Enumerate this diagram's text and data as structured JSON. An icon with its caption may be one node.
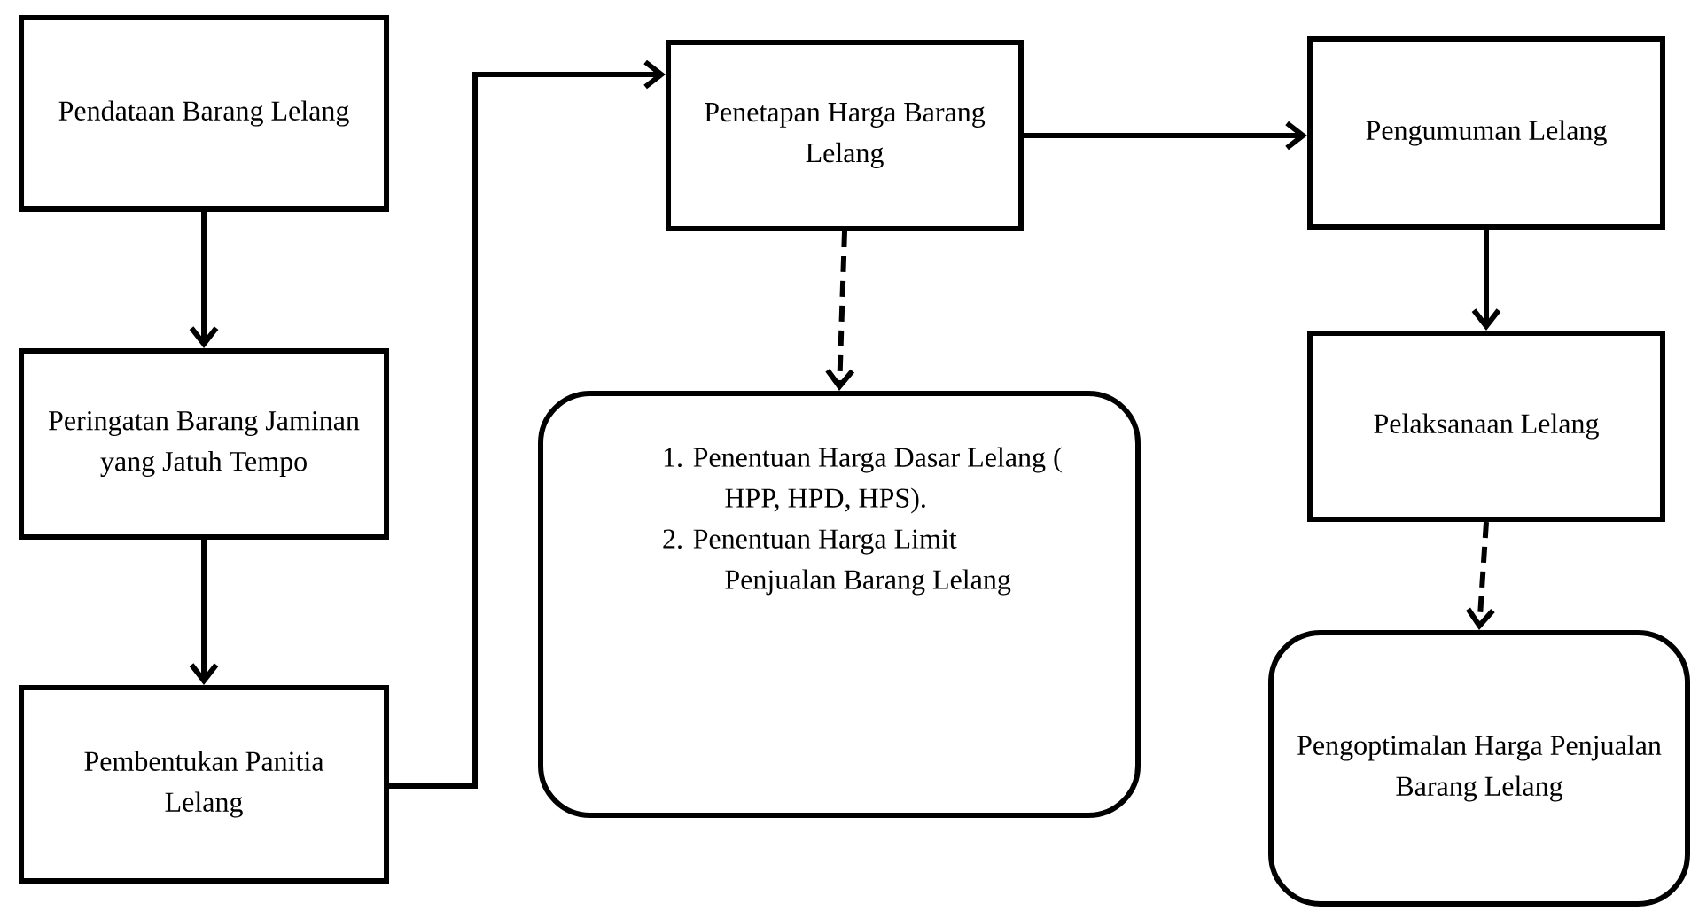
{
  "diagram": {
    "nodes": [
      {
        "text": [
          "Pendataan Barang Lelang"
        ]
      },
      {
        "text": [
          "Peringatan Barang Jaminan yang Jatuh Tempo"
        ]
      },
      {
        "text": [
          "Pembentukan Panitia Lelang"
        ]
      },
      {
        "text": [
          "Penetapan Harga Barang Lelang"
        ]
      },
      {
        "text": [
          "1. Penentuan Harga Dasar Lelang ( HPP, HPD, HPS).",
          "2. Penentuan Harga Limit Penjualan Barang Lelang"
        ]
      },
      {
        "text": [
          "Pengumuman Lelang"
        ]
      },
      {
        "text": [
          "Pelaksanaan Lelang"
        ]
      },
      {
        "text": [
          "Pengoptimalan Harga Penjualan Barang Lelang"
        ]
      }
    ],
    "edges": [
      {
        "from": 0,
        "to": 1,
        "arrow": "to"
      },
      {
        "from": 1,
        "to": 2,
        "arrow": "to"
      },
      {
        "from": 2,
        "to": 3,
        "arrow": "to"
      },
      {
        "from": 3,
        "to": 4,
        "arrow": "to",
        "style": "dashed"
      },
      {
        "from": 3,
        "to": 5,
        "arrow": "to"
      },
      {
        "from": 5,
        "to": 6,
        "arrow": "to"
      },
      {
        "from": 6,
        "to": 7,
        "arrow": "to",
        "style": "dashed"
      }
    ]
  }
}
